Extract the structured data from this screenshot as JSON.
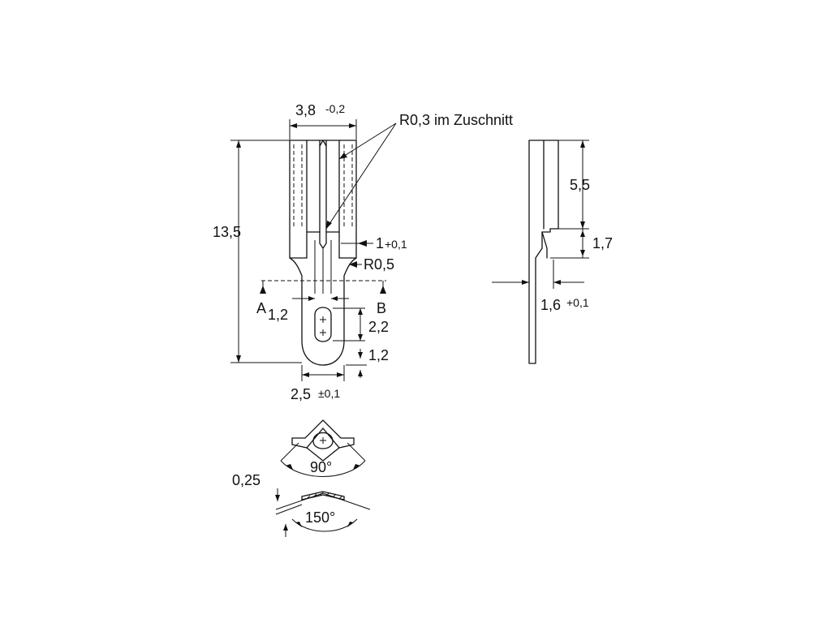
{
  "labels": {
    "width_top": "3,8",
    "width_top_tol": "-0,2",
    "radius_note": "R0,3 im Zuschnitt",
    "height_total": "13,5",
    "slot_width": "1",
    "slot_width_tol": "+0,1",
    "radius_inner": "R0,5",
    "section_a": "A",
    "section_b": "B",
    "neck_width": "1,2",
    "hole_length": "2,2",
    "tip_length": "1,2",
    "tip_width": "2,5",
    "tip_width_tol": "±0,1",
    "side_top": "5,5",
    "side_mid": "1,7",
    "side_offset": "1,6",
    "side_offset_tol": "+0,1",
    "angle_a": "90°",
    "thickness": "0,25",
    "angle_b": "150°"
  }
}
